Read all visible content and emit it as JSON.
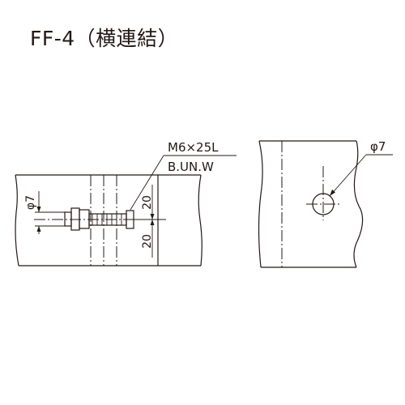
{
  "title": "FF-4（横連結）",
  "bolt_spec": {
    "size": "M6×25L",
    "type": "B.UN.W"
  },
  "dimensions": {
    "left_hole_diameter": "φ7",
    "right_hole_diameter": "φ7",
    "offset_top": "20",
    "offset_bottom": "20"
  },
  "colors": {
    "line": "#231815",
    "background": "#ffffff"
  }
}
